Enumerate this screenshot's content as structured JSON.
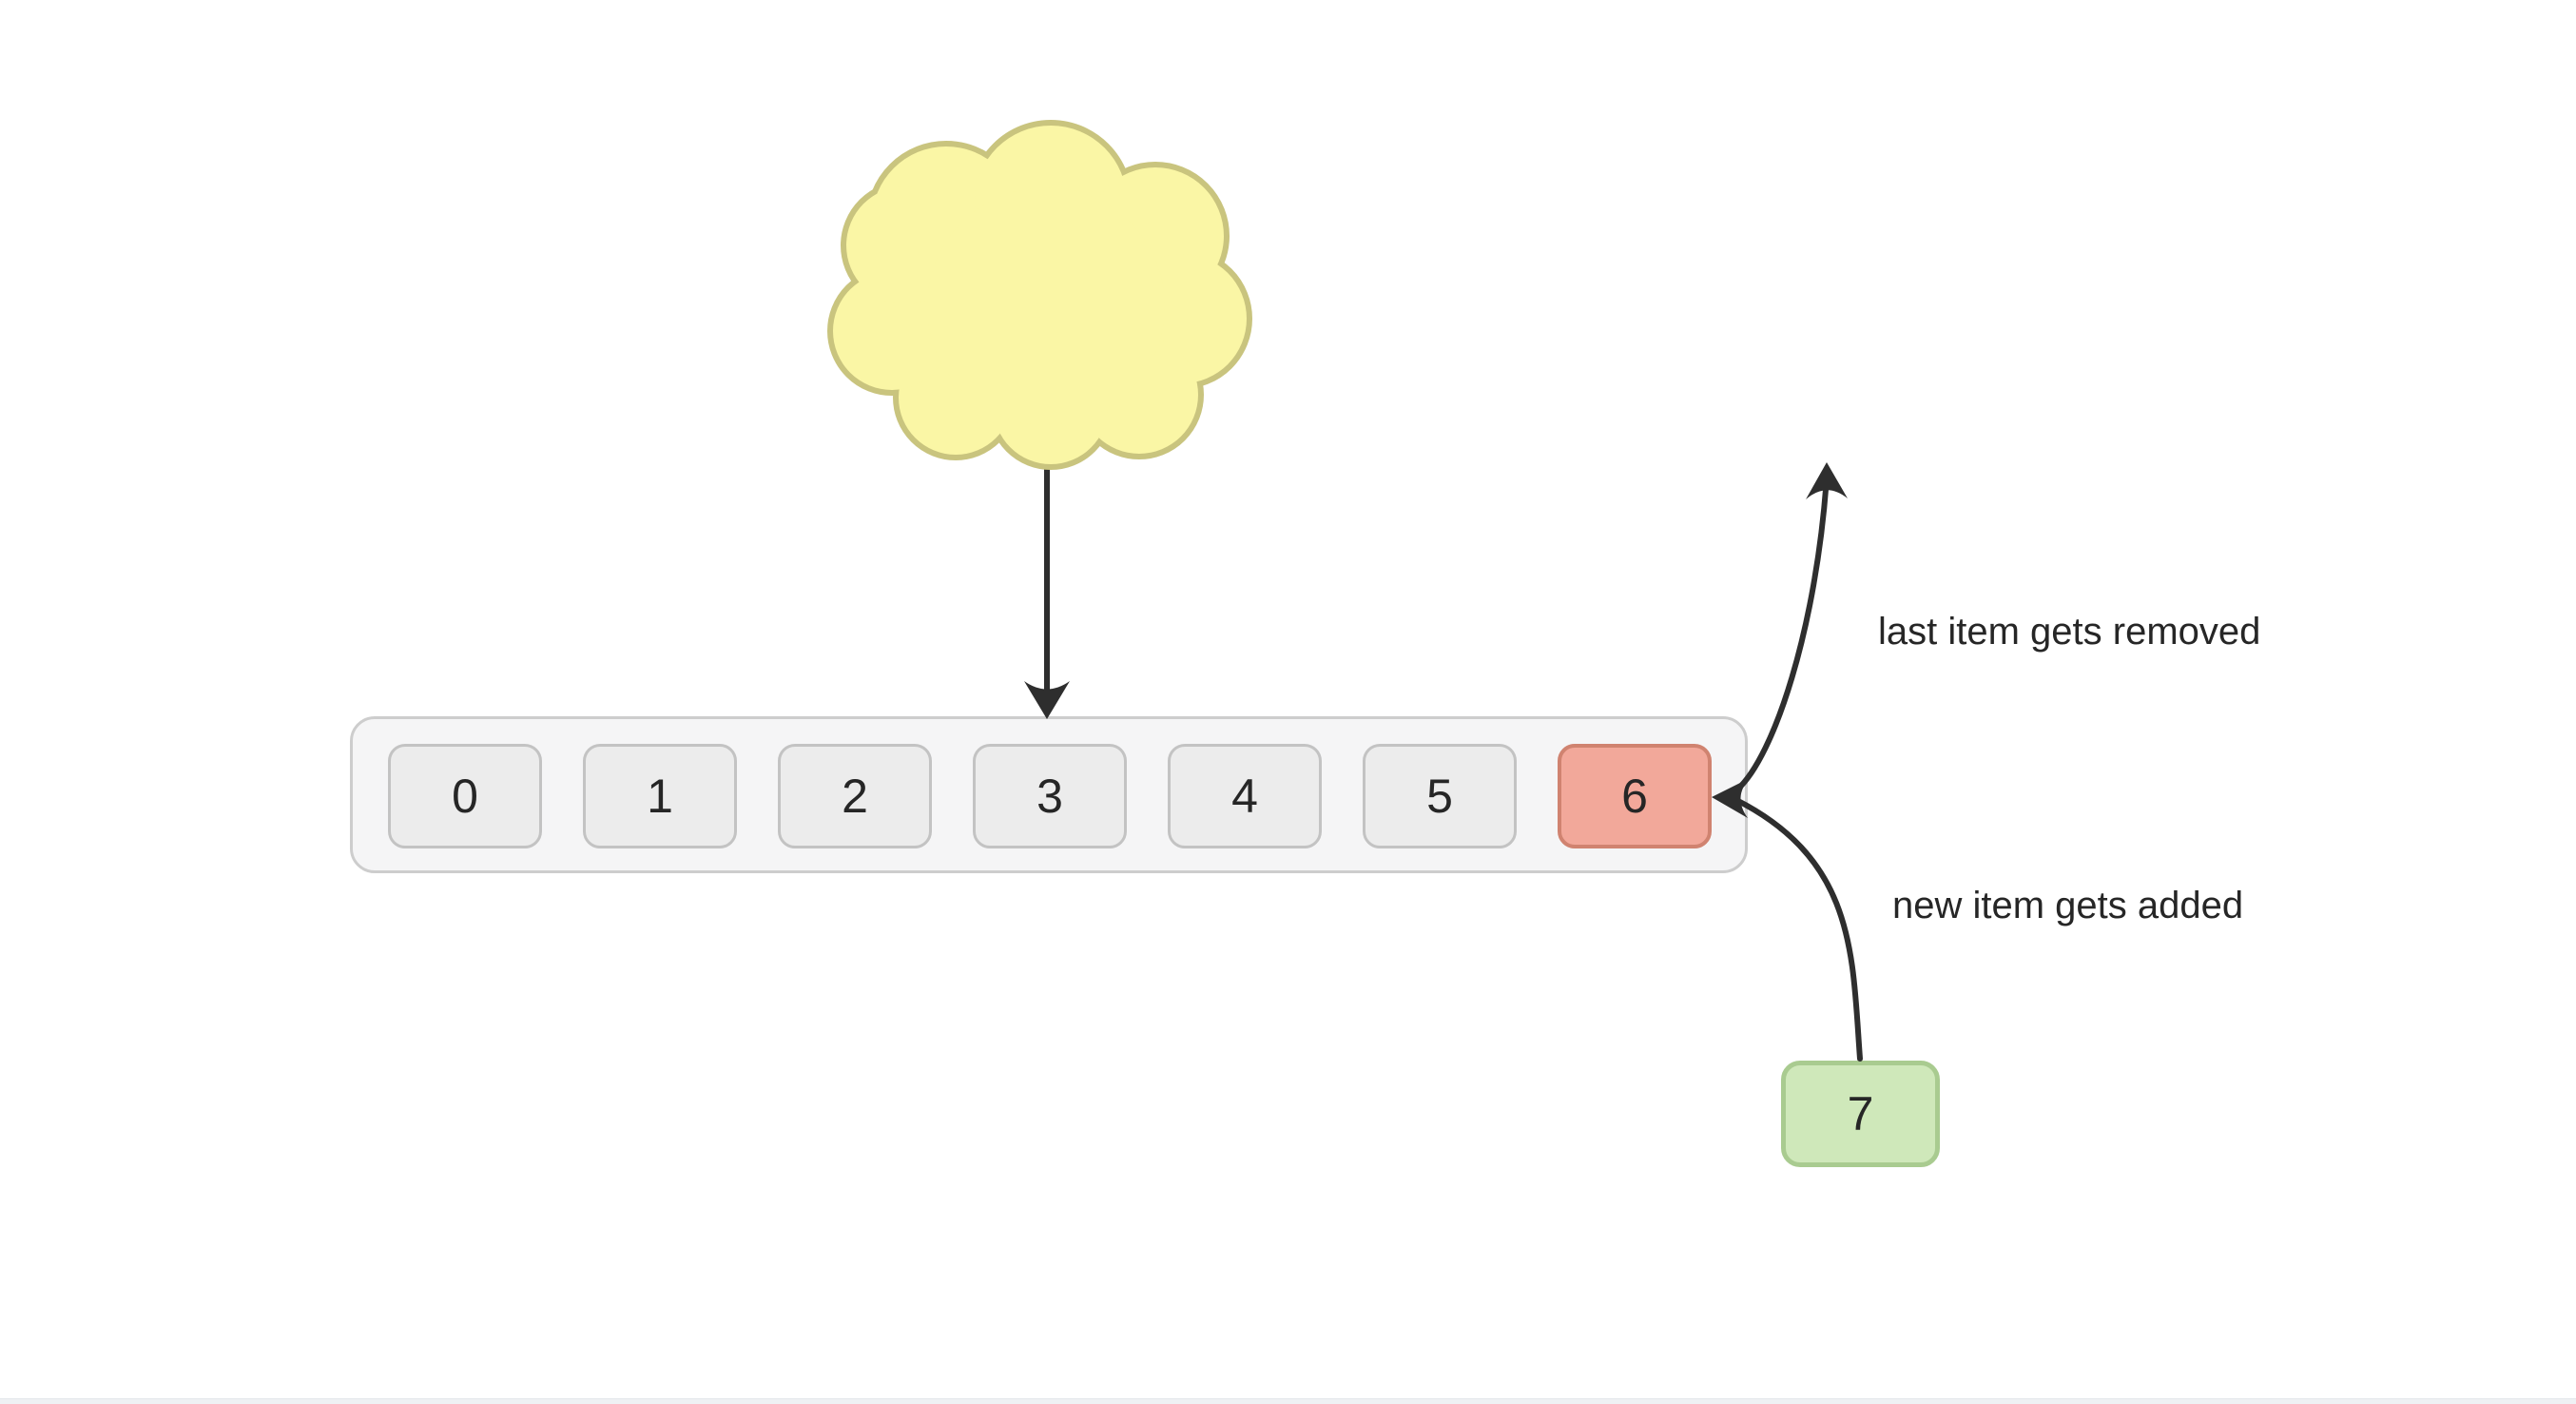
{
  "diagram": {
    "description_labels": {
      "removed": "last item gets removed",
      "added": "new item gets added"
    },
    "array": {
      "items": [
        {
          "value": "0",
          "state": "default"
        },
        {
          "value": "1",
          "state": "default"
        },
        {
          "value": "2",
          "state": "default"
        },
        {
          "value": "3",
          "state": "default"
        },
        {
          "value": "4",
          "state": "default"
        },
        {
          "value": "5",
          "state": "default"
        },
        {
          "value": "6",
          "state": "removed"
        }
      ]
    },
    "new_item": {
      "value": "7",
      "state": "added"
    },
    "icons": {
      "cloud": "cloud-shape",
      "down_arrow": "cloud-to-array-arrow",
      "remove_arrow": "remove-last-item-arrow",
      "add_arrow": "add-new-item-arrow"
    },
    "colors": {
      "background": "#ffffff",
      "cloud_fill": "#faf6a5",
      "cloud_stroke": "#c9c47e",
      "container_fill": "#f5f5f6",
      "container_stroke": "#cdcdcd",
      "cell_fill": "#ececec",
      "cell_stroke": "#c3c3c3",
      "removed_fill": "#f2a89a",
      "removed_stroke": "#d08370",
      "added_fill": "#cfe8ba",
      "added_stroke": "#a9cb90",
      "arrow": "#2e2e2e",
      "text": "#262626"
    }
  }
}
